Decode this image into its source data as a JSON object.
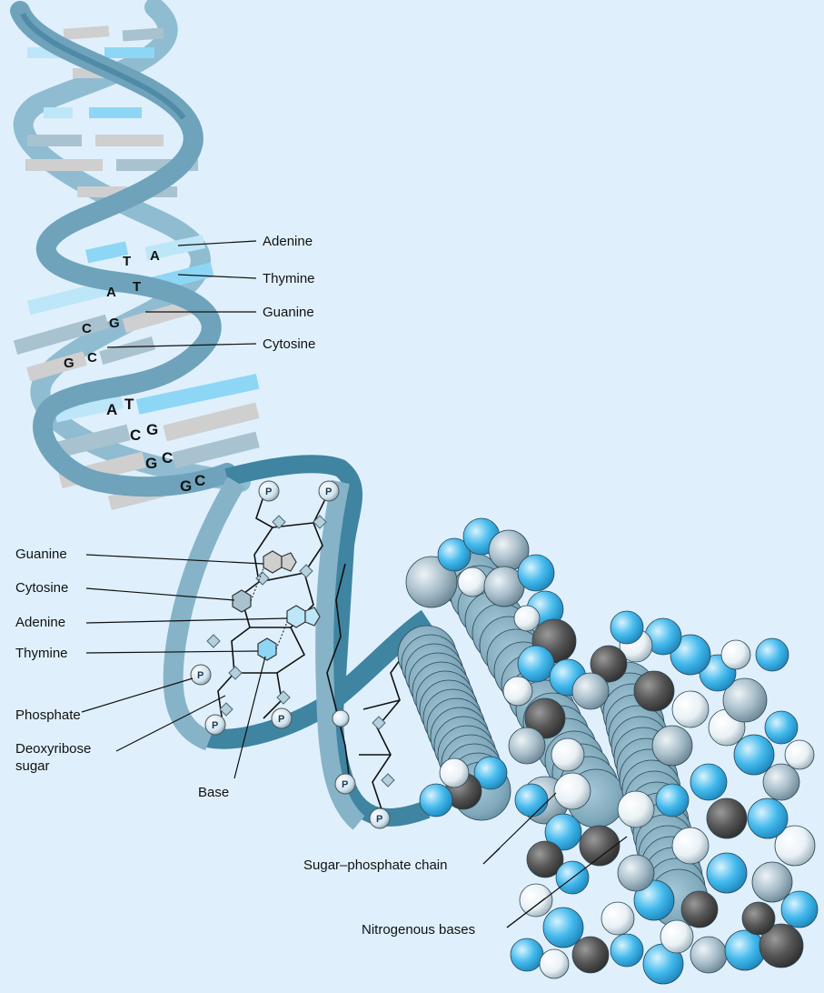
{
  "upper_helix_labels": {
    "adenine": "Adenine",
    "thymine": "Thymine",
    "guanine": "Guanine",
    "cytosine": "Cytosine"
  },
  "upper_pairs": [
    [
      "T",
      "A"
    ],
    [
      "A",
      "T"
    ],
    [
      "C",
      "G"
    ],
    [
      "G",
      "C"
    ],
    [
      "A",
      "T"
    ],
    [
      "C",
      "G"
    ],
    [
      "G",
      "C"
    ],
    [
      "G",
      "C"
    ]
  ],
  "middle_labels": {
    "guanine": "Guanine",
    "cytosine": "Cytosine",
    "adenine": "Adenine",
    "thymine": "Thymine",
    "phosphate": "Phosphate",
    "deoxyribose_line1": "Deoxyribose",
    "deoxyribose_line2": "sugar",
    "base": "Base"
  },
  "phosphate_symbol": "P",
  "model_labels": {
    "sugar_phosphate_chain": "Sugar–phosphate chain",
    "nitrogenous_bases": "Nitrogenous bases"
  },
  "colors": {
    "background": "#dff0fc",
    "backbone": "#7fb0c6",
    "backbone_dark": "#3d7f9b",
    "adenine_thymine": "#8ed6f5",
    "guanine_cytosine": "#cfcfcf",
    "atom_light_blue": "#43b9ec",
    "atom_slate": "#a9bfcb",
    "atom_dark": "#555555",
    "atom_white": "#e9f1f5"
  }
}
